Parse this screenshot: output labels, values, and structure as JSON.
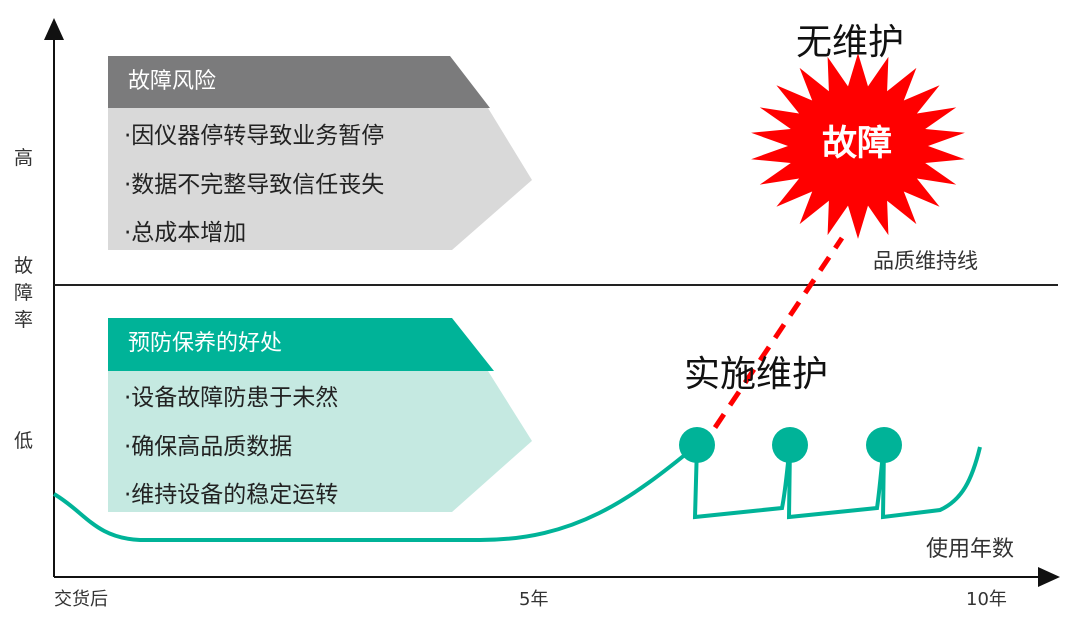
{
  "axis": {
    "y_high": "高",
    "y_title": [
      "故",
      "障",
      "率"
    ],
    "y_low": "低",
    "x_title": "使用年数",
    "x_ticks": [
      "交货后",
      "5年",
      "10年"
    ]
  },
  "quality_line_label": "品质维持线",
  "risk_box": {
    "title": "故障风险",
    "items": [
      "·因仪器停转导致业务暂停",
      "·数据不完整导致信任丧失",
      "·总成本增加"
    ]
  },
  "benefit_box": {
    "title": "预防保养的好处",
    "items": [
      "·设备故障防患于未然",
      "·确保高品质数据",
      "·维持设备的稳定运转"
    ]
  },
  "no_maintenance_label": "无维护",
  "failure_label": "故障",
  "maintenance_label": "实施维护",
  "colors": {
    "risk_header": "#7b7b7c",
    "risk_body": "#d9d9d9",
    "benefit_header": "#00b398",
    "benefit_body": "#c5e9e1",
    "curve": "#00b398",
    "failure": "#ff0000"
  }
}
